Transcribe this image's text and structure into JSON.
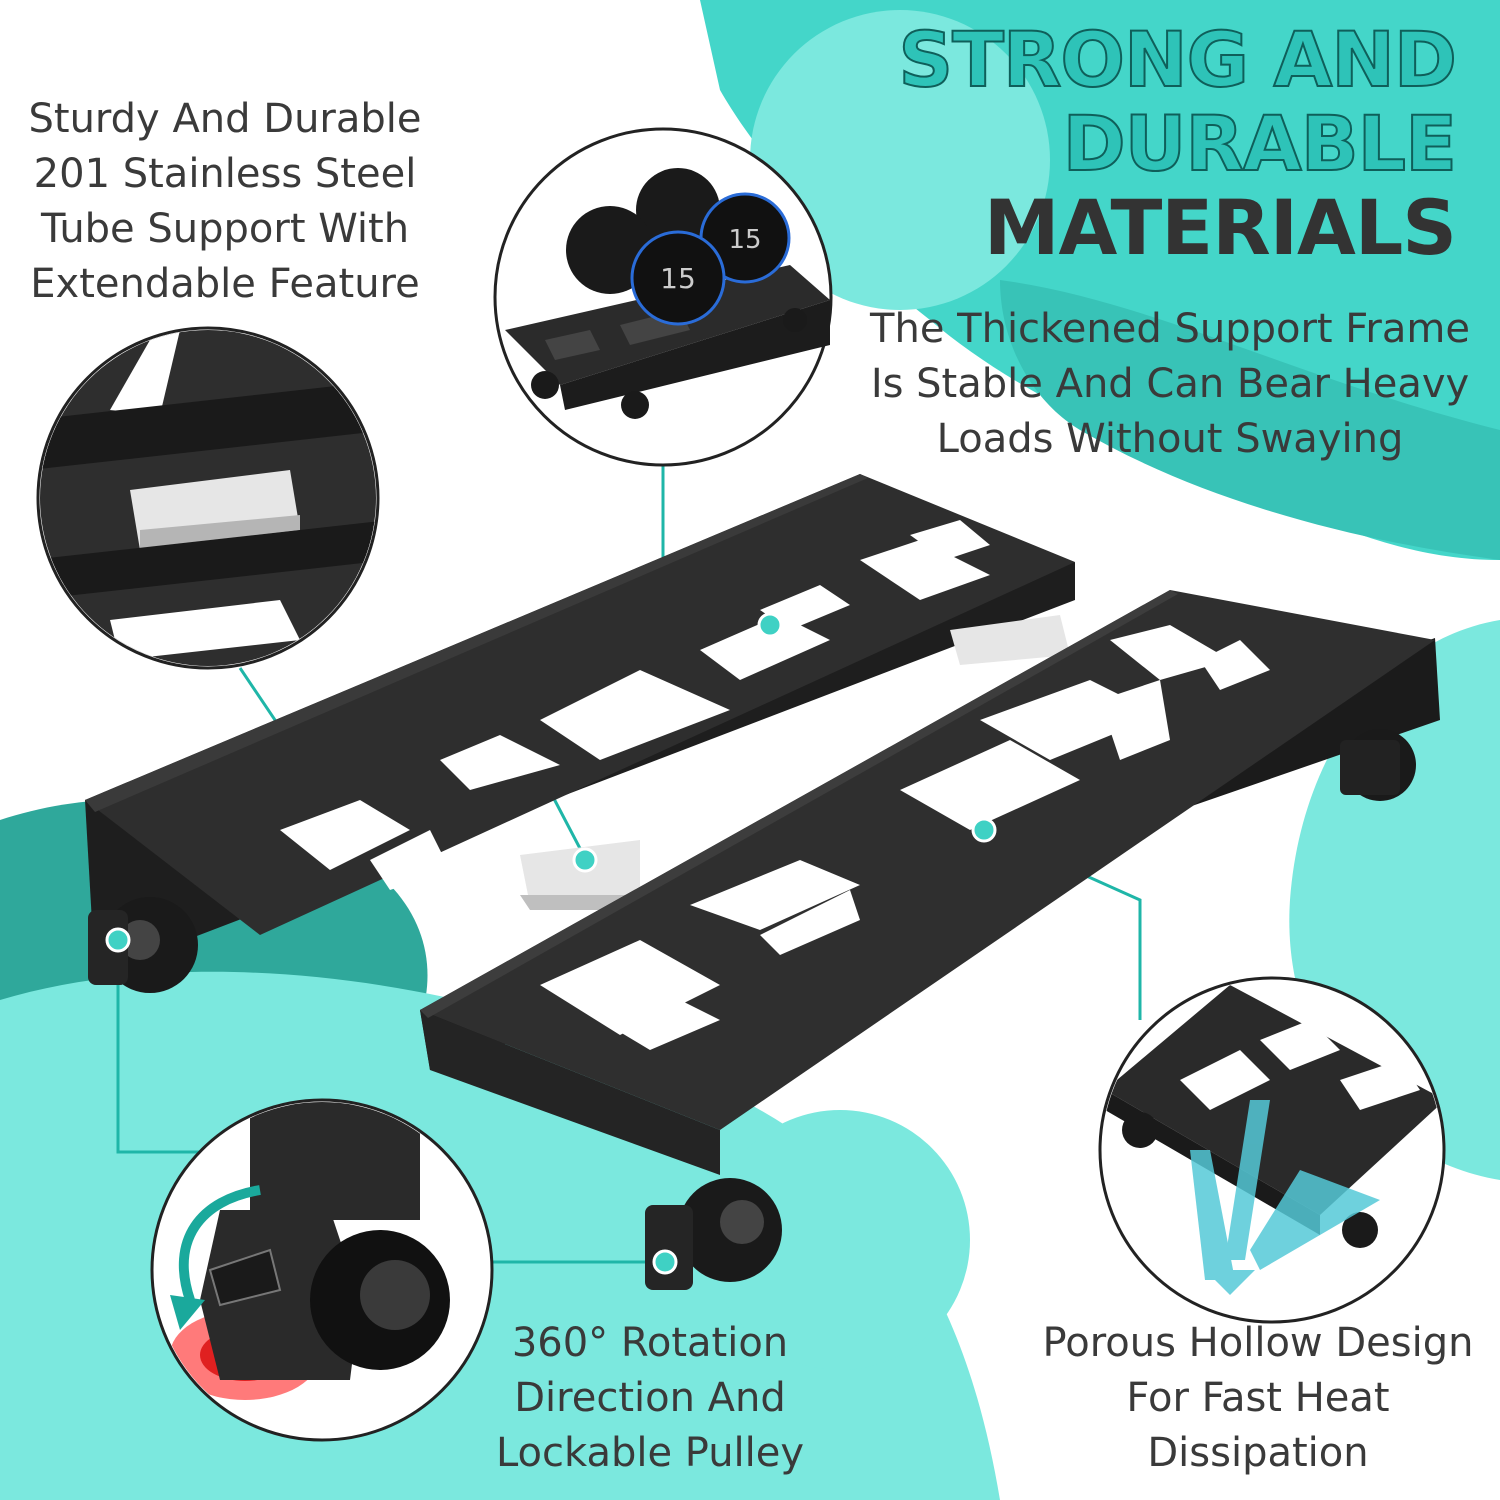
{
  "headline": {
    "line1": "STRONG AND",
    "line2": "DURABLE",
    "line3": "MATERIALS"
  },
  "callouts": {
    "tube": [
      "Sturdy And Durable",
      "201 Stainless Steel",
      "Tube Support With",
      "Extendable Feature"
    ],
    "frame": [
      "The Thickened Support Frame",
      "Is Stable And Can Bear Heavy",
      "Loads Without Swaying"
    ],
    "wheel": [
      "360° Rotation",
      "Direction And",
      "Lockable Pulley"
    ],
    "hollow": [
      "Porous Hollow Design",
      "For Fast Heat",
      "Dissipation"
    ]
  },
  "dumbbell_label": "15",
  "colors": {
    "teal_light": "#7be8de",
    "teal_mid": "#3fd1c4",
    "teal_dark": "#1aa99c",
    "product_black": "#2b2b2b",
    "text_gray": "#3a3a3a"
  }
}
